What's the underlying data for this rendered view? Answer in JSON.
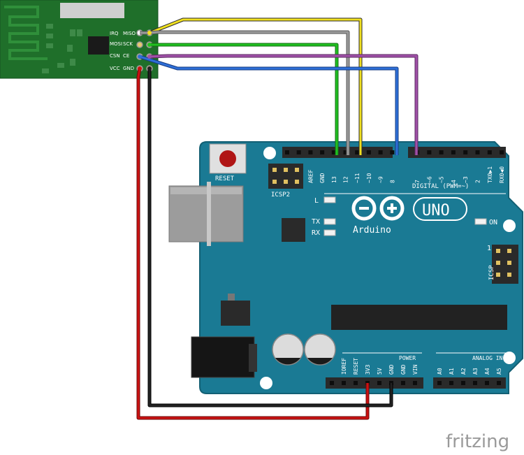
{
  "nrf_module": {
    "pin_labels_left": [
      "IRQ",
      "MOSI",
      "CSN",
      "VCC"
    ],
    "pin_labels_right": [
      "MISO",
      "SCK",
      "CE",
      "GND"
    ]
  },
  "arduino": {
    "reset_label": "RESET",
    "icsp2_label": "ICSP2",
    "icsp_label": "ICSP",
    "icsp_pin1": "1",
    "led_labels": [
      "L",
      "TX",
      "RX"
    ],
    "on_label": "ON",
    "logo_text": "Arduino",
    "model": "UNO",
    "digital_header_label": "DIGITAL (PWM=~)",
    "digital_pins": [
      "AREF",
      "GND",
      "13",
      "12",
      "~11",
      "~10",
      "~9",
      "8",
      "7",
      "~6",
      "~5",
      "4",
      "~3",
      "2",
      "TX0▶1",
      "RX0◀0"
    ],
    "power_header_label": "POWER",
    "power_pins": [
      "IOREF",
      "RESET",
      "3V3",
      "5V",
      "GND",
      "GND",
      "VIN"
    ],
    "analog_header_label": "ANALOG IN",
    "analog_pins": [
      "A0",
      "A1",
      "A2",
      "A3",
      "A4",
      "A5"
    ]
  },
  "wires": [
    {
      "from": "MISO",
      "to": "12",
      "color": "#f0e020"
    },
    {
      "from": "SCK",
      "to": "13",
      "color": "#9a9a9a"
    },
    {
      "from": "MOSI",
      "to": "~11",
      "color": "#20c020"
    },
    {
      "from": "CE",
      "to": "7",
      "color": "#a050a8"
    },
    {
      "from": "CSN",
      "to": "8",
      "color": "#2e6fd8"
    },
    {
      "from": "VCC",
      "to": "3V3",
      "color": "#cc1111"
    },
    {
      "from": "GND",
      "to": "GND",
      "color": "#111111"
    }
  ],
  "colors": {
    "board": "#1a7a94",
    "module_pcb": "#1f6f2a"
  },
  "brand": "fritzing"
}
